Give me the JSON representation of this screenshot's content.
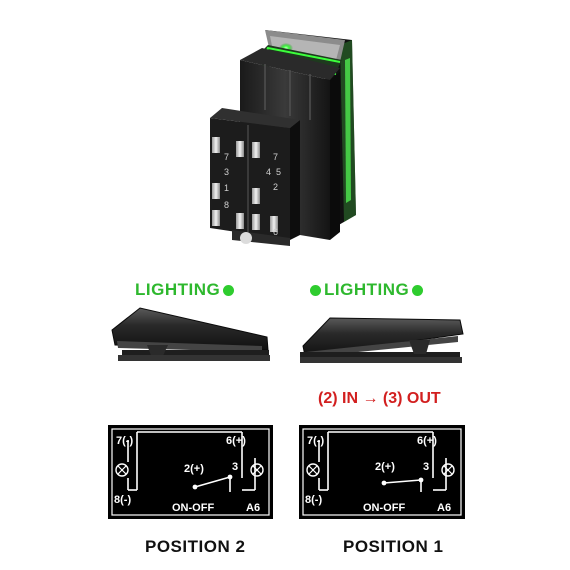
{
  "lighting_labels": {
    "left": "LIGHTING",
    "right": "LIGHTING"
  },
  "flow_note": "(2) IN → (3) OUT",
  "diagrams": [
    {
      "pin_7": "7(-)",
      "pin_6": "6(+)",
      "pin_2": "2(+)",
      "pin_3": "3",
      "pin_8": "8(-)",
      "mode": "ON-OFF",
      "code": "A6",
      "caption": "POSITION 2"
    },
    {
      "pin_7": "7(-)",
      "pin_6": "6(+)",
      "pin_2": "2(+)",
      "pin_3": "3",
      "pin_8": "8(-)",
      "mode": "ON-OFF",
      "code": "A6",
      "caption": "POSITION 1"
    }
  ],
  "terminal_numbers": [
    "7",
    "4",
    "5",
    "1",
    "2",
    "3",
    "8",
    "6"
  ],
  "colors": {
    "indicator_green": "#2ecc2e",
    "label_green": "#2eb82e",
    "flow_red": "#d21f1f",
    "diagram_bg": "#000000"
  }
}
